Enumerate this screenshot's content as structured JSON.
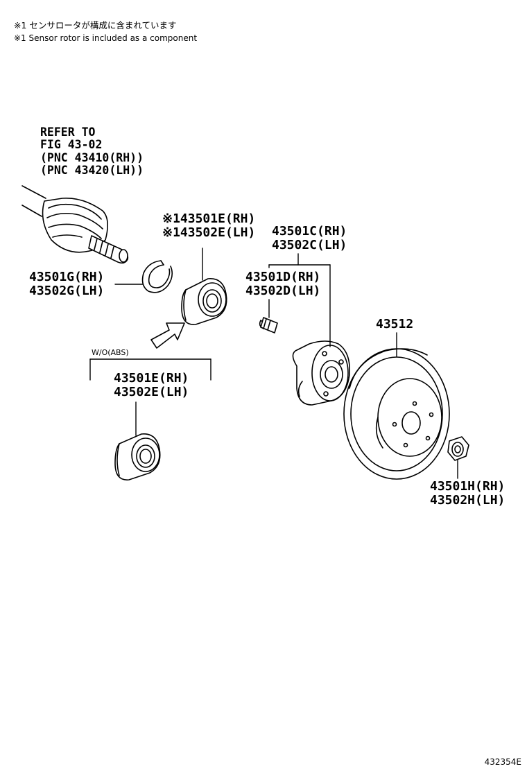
{
  "notes": {
    "line1": "※1 センサロータが構成に含まれています",
    "line2": "※1 Sensor rotor is included as a component"
  },
  "refer": {
    "line1": "REFER TO",
    "line2": "FIG 43-02",
    "line3": "(PNC 43410(RH))",
    "line4": "(PNC 43420(LH))"
  },
  "parts": {
    "snap_ring": {
      "rh": "43501G(RH)",
      "lh": "43502G(LH)"
    },
    "bearing_sensor": {
      "rh": "※143501E(RH)",
      "lh": "※143502E(LH)"
    },
    "hub": {
      "rh": "43501C(RH)",
      "lh": "43502C(LH)"
    },
    "hub_bolt": {
      "rh": "43501D(RH)",
      "lh": "43502D(LH)"
    },
    "disc": {
      "num": "43512"
    },
    "bearing_no_abs": {
      "rh": "43501E(RH)",
      "lh": "43502E(LH)"
    },
    "nut": {
      "rh": "43501H(RH)",
      "lh": "43502H(LH)"
    }
  },
  "variant_label": "W/O(ABS)",
  "figure_code": "432354E"
}
